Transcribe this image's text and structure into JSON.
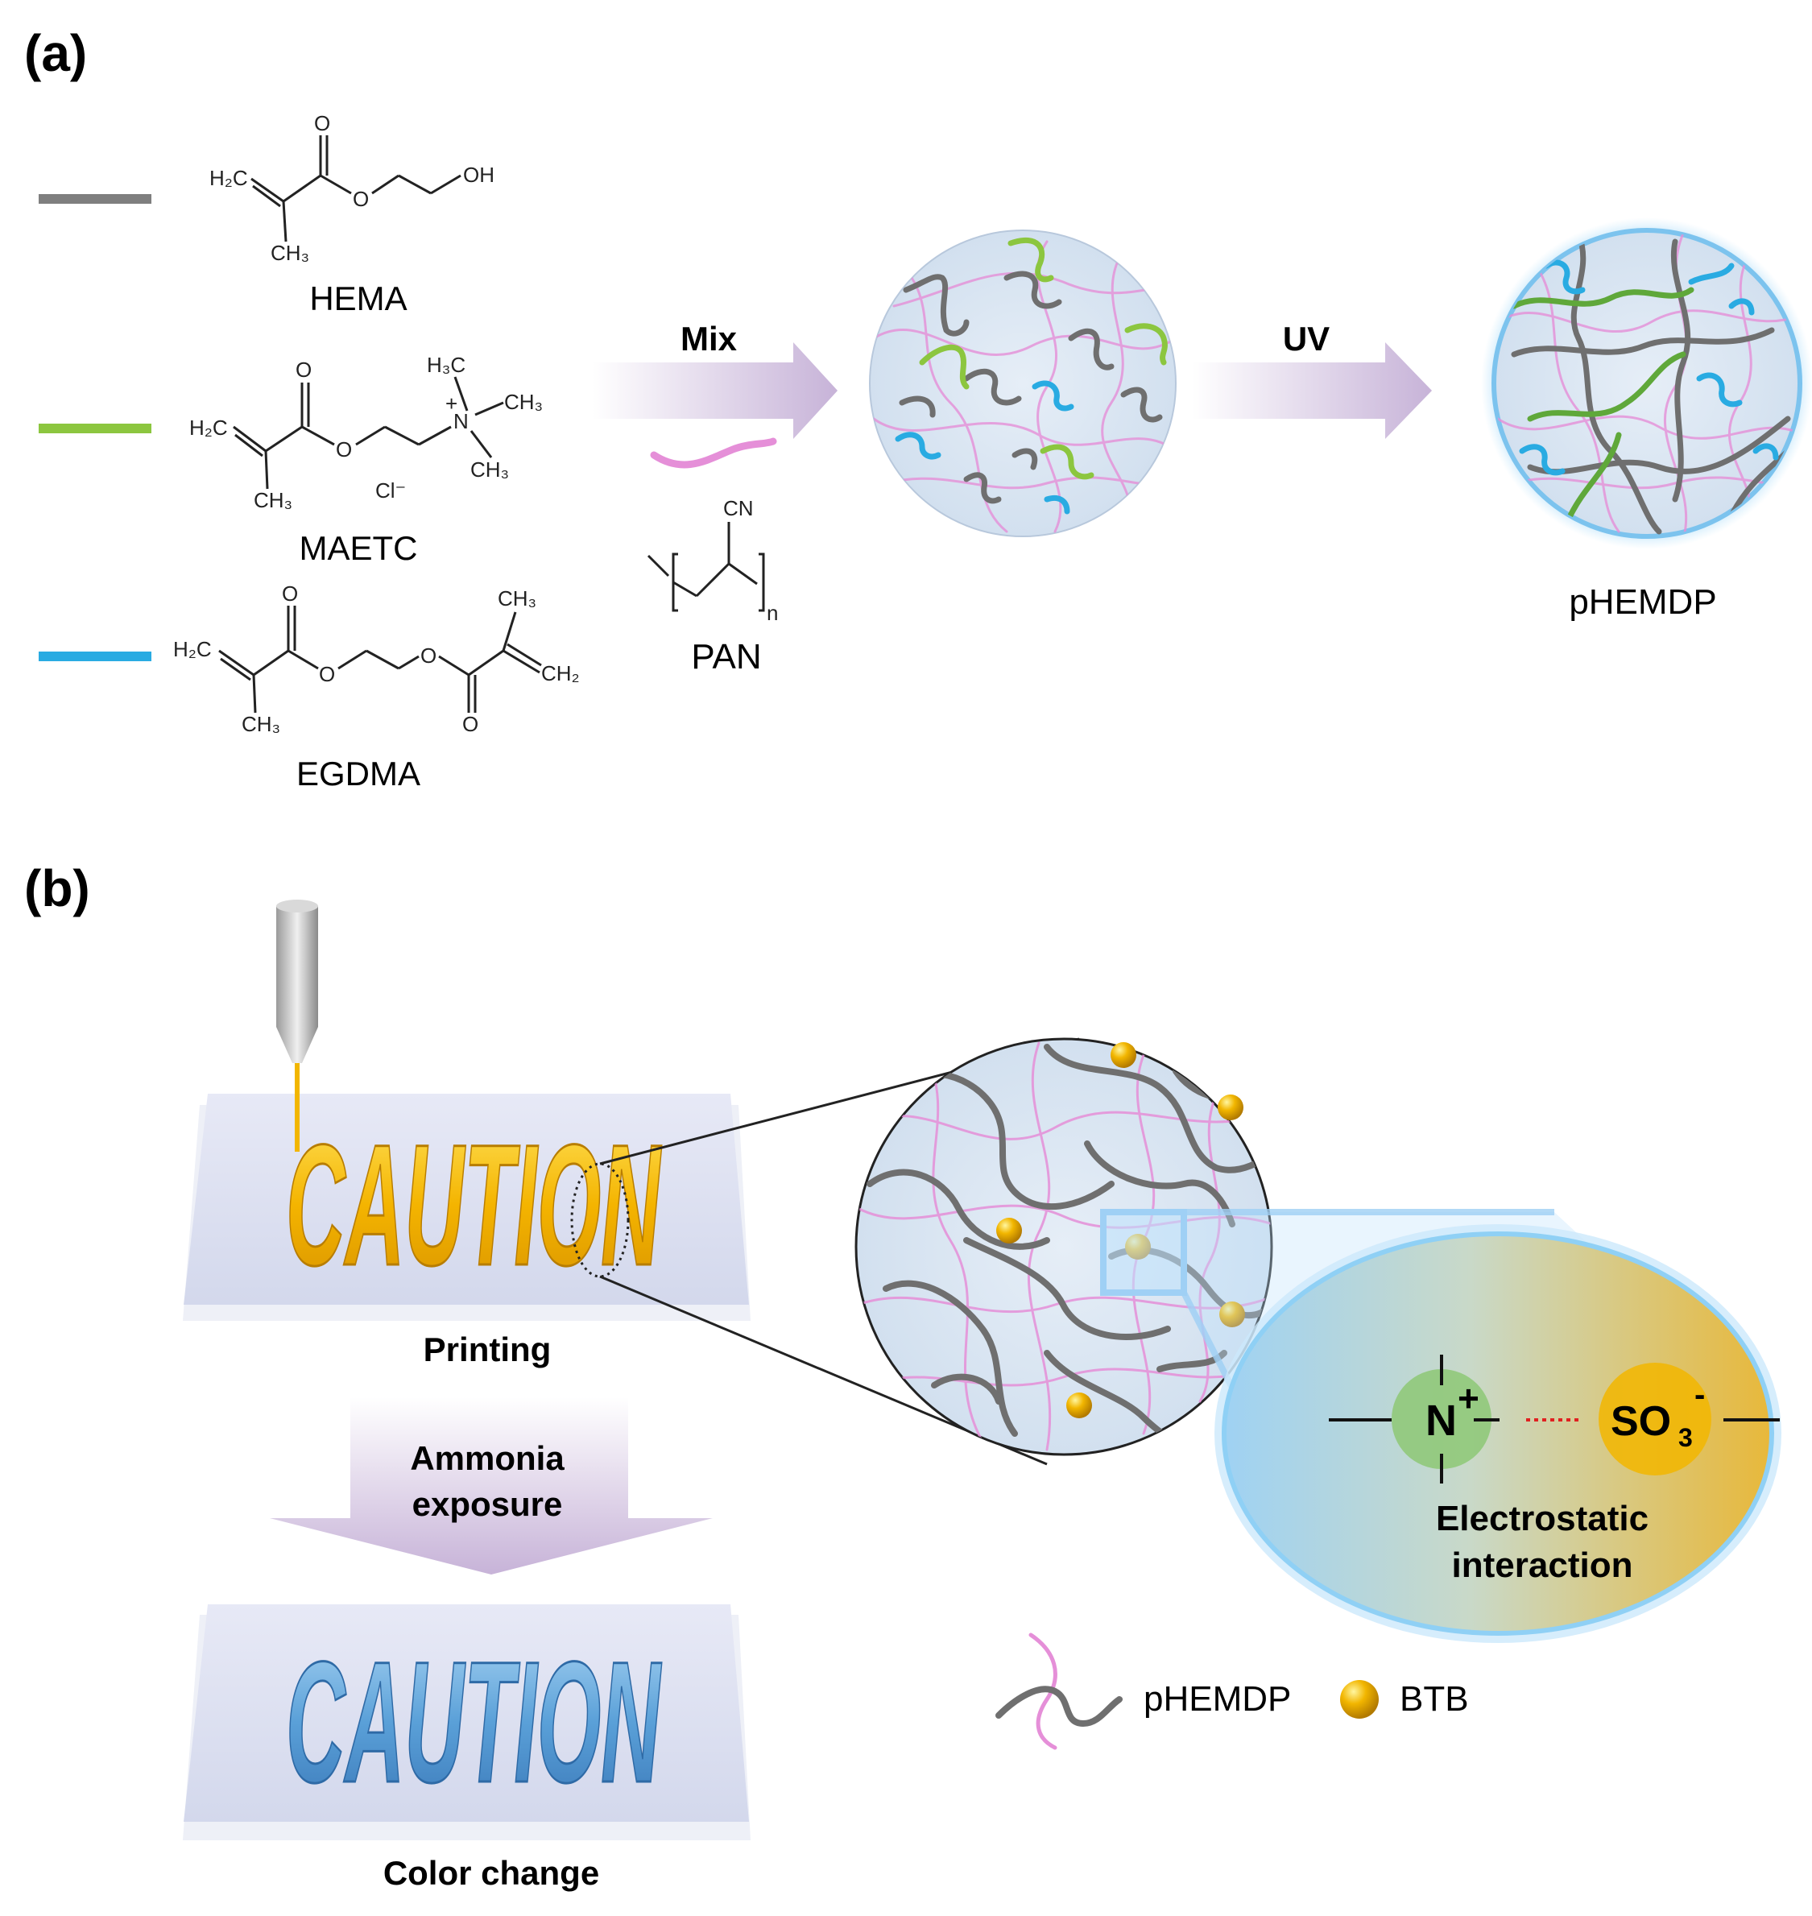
{
  "panel_a": {
    "label": "(a)",
    "legend": [
      {
        "color": "#7f7f7f",
        "name": "HEMA"
      },
      {
        "color": "#8cc63f",
        "name": "MAETC"
      },
      {
        "color": "#29abe2",
        "name": "EGDMA"
      }
    ],
    "chem": {
      "hema": {
        "h2c": "H₂C",
        "o_top": "O",
        "o_mid": "O",
        "oh": "OH",
        "ch3": "CH₃"
      },
      "maetc": {
        "h2c": "H₂C",
        "o_top": "O",
        "o_mid": "O",
        "h3c": "H₃C",
        "plus": "+",
        "n": "N",
        "ch3_a": "CH₃",
        "ch3_b": "CH₃",
        "ch3_c": "CH₃",
        "cl": "Cl⁻"
      },
      "egdma": {
        "h2c": "H₂C",
        "o_top": "O",
        "o_mid1": "O",
        "o_mid2": "O",
        "o_bot": "O",
        "ch3_top": "CH₃",
        "ch2": "CH₂",
        "ch3_bot": "CH₃"
      },
      "pan": {
        "cn": "CN",
        "n": "n",
        "name": "PAN"
      }
    },
    "arrow_mix": "Mix",
    "arrow_uv": "UV",
    "product": "pHEMDP"
  },
  "panel_b": {
    "label": "(b)",
    "print_word": "CAUTION",
    "printing": "Printing",
    "exposure_line1": "Ammonia",
    "exposure_line2": "exposure",
    "color_change": "Color change",
    "n_plus": "N",
    "n_charge": "+",
    "so3": "SO",
    "so3_sub": "3",
    "so3_charge": "-",
    "interaction_line1": "Electrostatic",
    "interaction_line2": "interaction",
    "legend_pHEMDP": "pHEMDP",
    "legend_BTB": "BTB"
  },
  "colors": {
    "hema": "#7f7f7f",
    "maetc": "#8cc63f",
    "egdma": "#29abe2",
    "pan": "#e58fd8",
    "btb": "#f2b600",
    "arrow": "#c9b6d8",
    "blue_text": "#5aa0d8"
  }
}
